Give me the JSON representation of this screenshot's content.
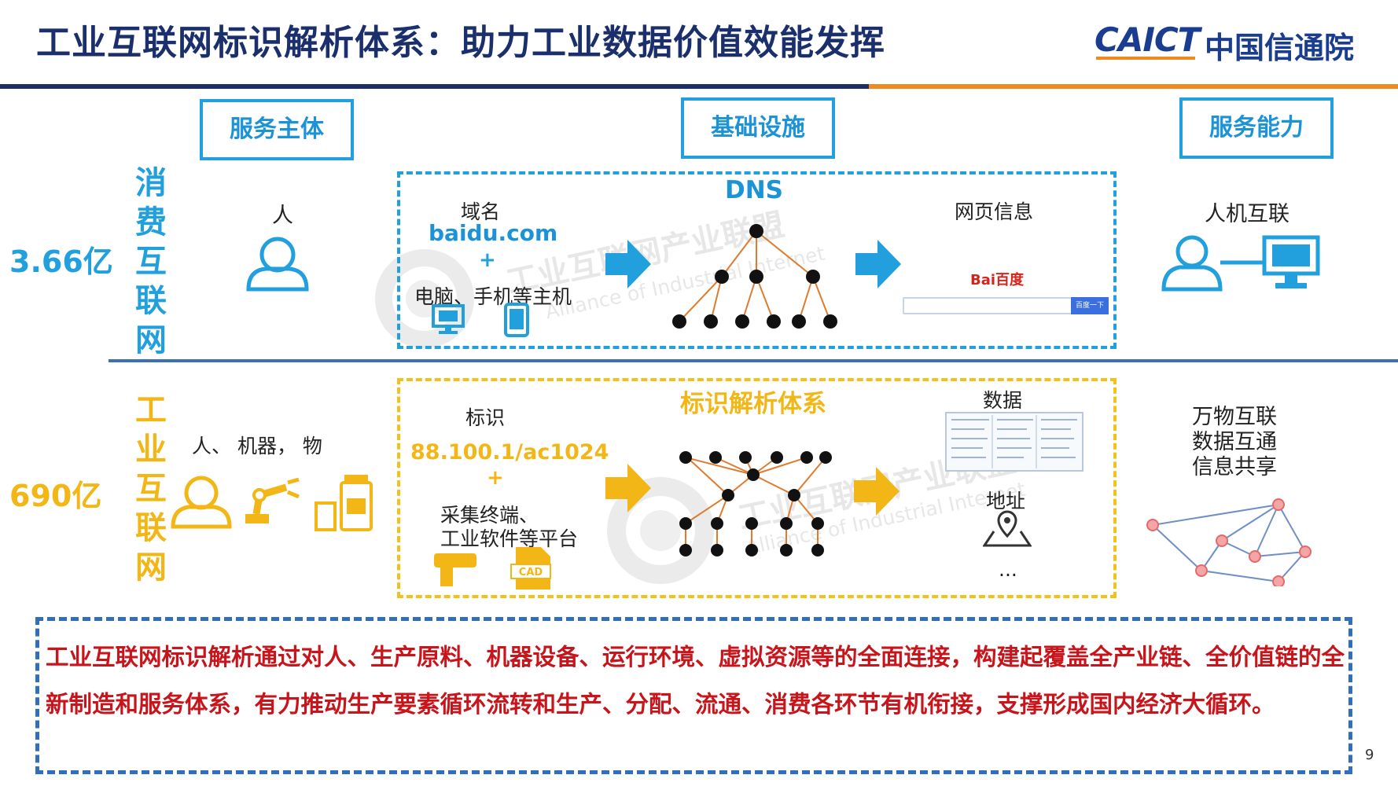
{
  "header": {
    "title": "工业互联网标识解析体系：助力工业数据价值效能发挥",
    "logo_en": "CAICT",
    "logo_cn": "中国信通院"
  },
  "columns": {
    "service_subject": "服务主体",
    "infrastructure": "基础设施",
    "service_capability": "服务能力"
  },
  "consumer": {
    "vertical_label": [
      "消",
      "费",
      "互",
      "联",
      "网"
    ],
    "count": "3.66亿",
    "subject": "人",
    "domain_label": "域名",
    "domain_value": "baidu.com",
    "plus": "+",
    "host_label": "电脑、手机等主机",
    "dns_title": "DNS",
    "output_label": "网页信息",
    "search_brand": "Bai百度",
    "search_button": "百度一下",
    "capability": "人机互联"
  },
  "industrial": {
    "vertical_label": [
      "工",
      "业",
      "互",
      "联",
      "网"
    ],
    "count": "690亿",
    "subject": "人、 机器， 物",
    "id_label": "标识",
    "id_value": "88.100.1/ac1024",
    "plus": "+",
    "platform_label_1": "采集终端、",
    "platform_label_2": "工业软件等平台",
    "cad_label": "CAD",
    "system_title": "标识解析体系",
    "output_data": "数据",
    "output_address": "地址",
    "output_more": "...",
    "capability_1": "万物互联",
    "capability_2": "数据互通",
    "capability_3": "信息共享"
  },
  "summary": "工业互联网标识解析通过对人、生产原料、机器设备、运行环境、虚拟资源等的全面连接，构建起覆盖全产业链、全价值链的全新制造和服务体系，有力推动生产要素循环流转和生产、分配、流通、消费各环节有机衔接，支撑形成国内经济大循环。",
  "page_number": "9",
  "watermark": {
    "text": "工业互联网产业联盟",
    "sub": "Alliance of Industrial Internet"
  },
  "colors": {
    "navy": "#1a2f6b",
    "blue": "#22a0de",
    "gold": "#f2b716",
    "red": "#c8141b",
    "orange": "#ef8a1e"
  }
}
